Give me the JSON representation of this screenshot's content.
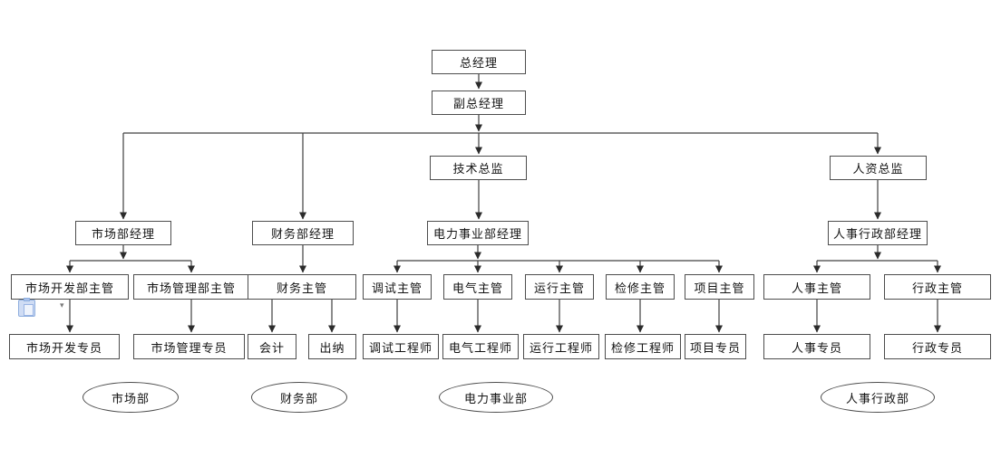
{
  "diagram": {
    "kind": "org-chart"
  },
  "nodes": {
    "gm": {
      "label": "总经理"
    },
    "dgm": {
      "label": "副总经理"
    },
    "tech_director": {
      "label": "技术总监"
    },
    "hr_director": {
      "label": "人资总监"
    },
    "marketing_mgr": {
      "label": "市场部经理"
    },
    "finance_mgr": {
      "label": "财务部经理"
    },
    "power_div_mgr": {
      "label": "电力事业部经理"
    },
    "hr_admin_mgr": {
      "label": "人事行政部经理"
    },
    "mkt_dev_sup": {
      "label": "市场开发部主管"
    },
    "mkt_mgmt_sup": {
      "label": "市场管理部主管"
    },
    "finance_sup": {
      "label": "财务主管"
    },
    "commissioning_sup": {
      "label": "调试主管"
    },
    "electrical_sup": {
      "label": "电气主管"
    },
    "operations_sup": {
      "label": "运行主管"
    },
    "maintenance_sup": {
      "label": "检修主管"
    },
    "project_sup": {
      "label": "项目主管"
    },
    "hr_sup": {
      "label": "人事主管"
    },
    "admin_sup": {
      "label": "行政主管"
    },
    "mkt_dev_spec": {
      "label": "市场开发专员"
    },
    "mkt_mgmt_spec": {
      "label": "市场管理专员"
    },
    "accountant": {
      "label": "会计"
    },
    "cashier": {
      "label": "出纳"
    },
    "commissioning_eng": {
      "label": "调试工程师"
    },
    "electrical_eng": {
      "label": "电气工程师"
    },
    "operations_eng": {
      "label": "运行工程师"
    },
    "maintenance_eng": {
      "label": "检修工程师"
    },
    "project_spec": {
      "label": "项目专员"
    },
    "hr_spec": {
      "label": "人事专员"
    },
    "admin_spec": {
      "label": "行政专员"
    }
  },
  "groups": {
    "marketing": {
      "label": "市场部"
    },
    "finance": {
      "label": "财务部"
    },
    "power": {
      "label": "电力事业部"
    },
    "hr_admin": {
      "label": "人事行政部"
    }
  },
  "icons": {
    "paste_options": "clipboard-paste-options",
    "dropdown_caret_glyph": "▾"
  },
  "colors": {
    "background": "#ffffff",
    "box_border": "#4d4d4d",
    "connector": "#404040",
    "text": "#141414",
    "paste_icon_blue": "#8fafdf"
  }
}
